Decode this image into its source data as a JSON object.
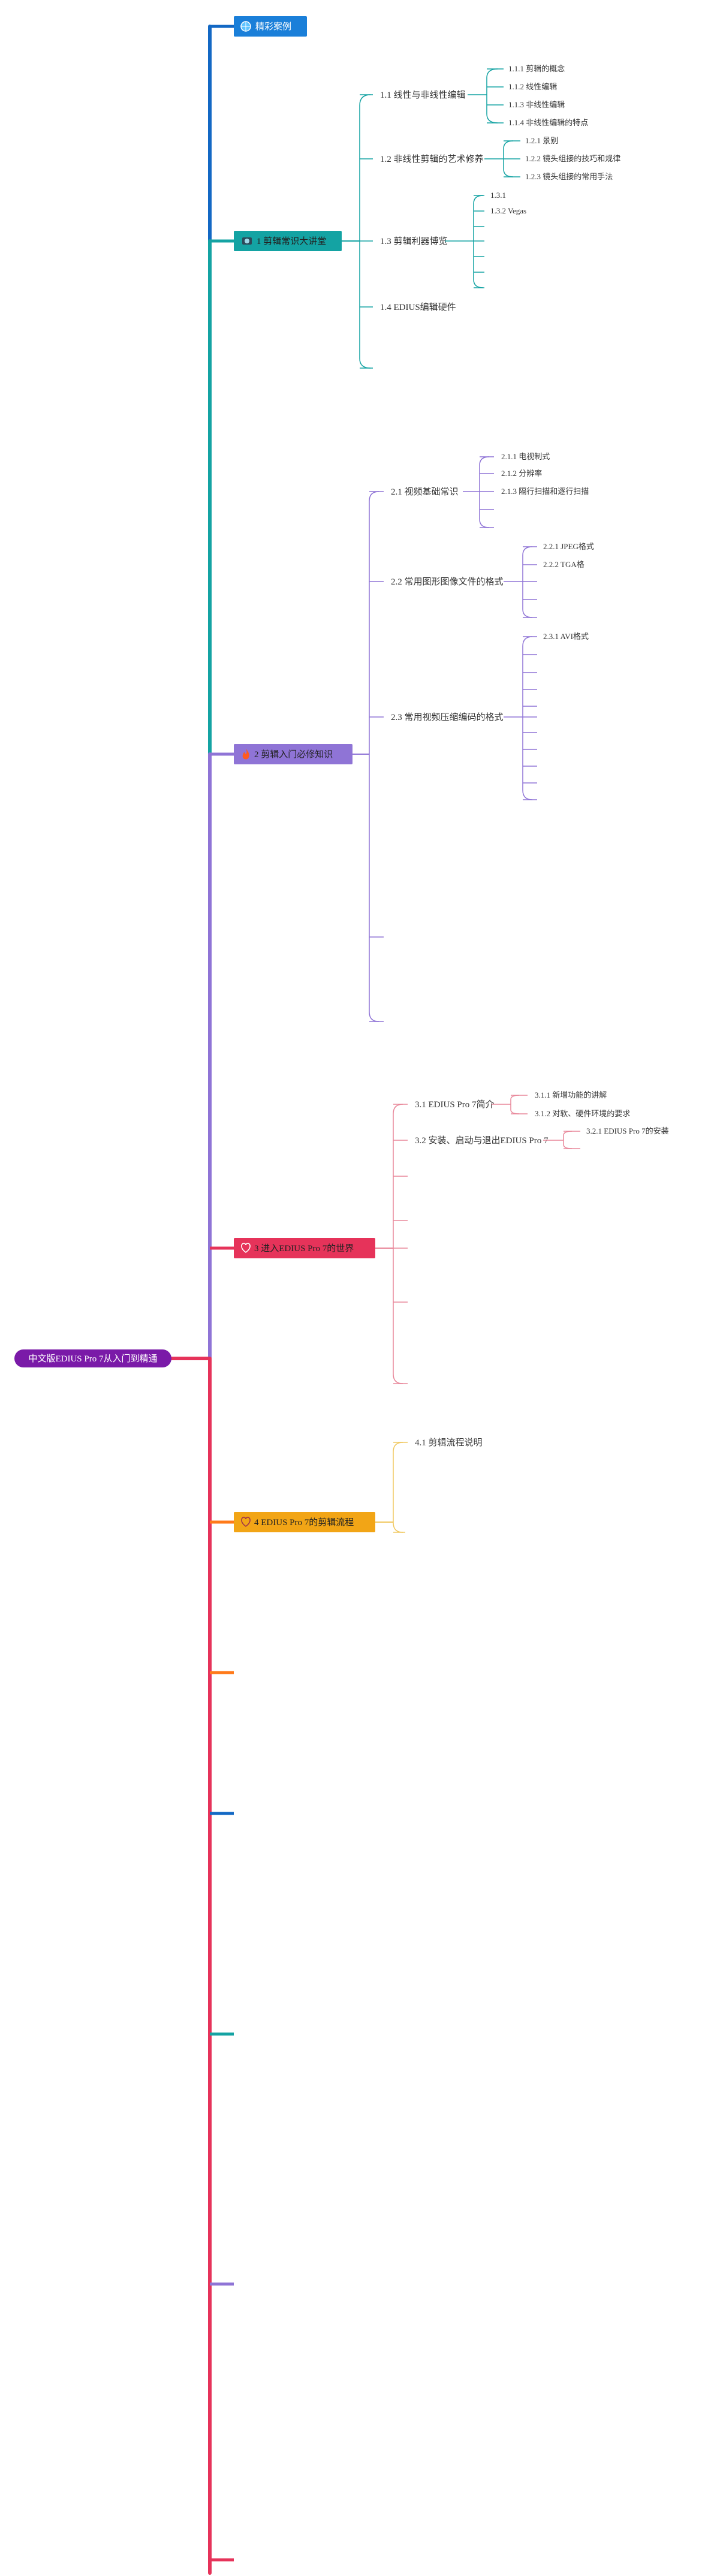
{
  "root": {
    "label": "中文版EDIUS Pro 7从入门到精通",
    "color": "#7a1aa8"
  },
  "colors": {
    "trunk_blue": "#1368c4",
    "teal": "#14a3a3",
    "purple": "#8f74d6",
    "crimson": "#e6335a",
    "orange": "#ff7a1a",
    "amber": "#f2a516",
    "pink": "#e8879a",
    "gold": "#f0c860"
  },
  "branches": {
    "b0": {
      "label": "精彩案例",
      "icon": "globe-icon",
      "color": "#1a7fd9"
    },
    "b1": {
      "label": "1 剪辑常识大讲堂",
      "icon": "camera-icon",
      "color": "#14a3a3"
    },
    "b2": {
      "label": "2 剪辑入门必修知识",
      "icon": "fire-icon",
      "color": "#8f74d6"
    },
    "b3": {
      "label": "3 进入EDIUS Pro 7的世界",
      "icon": "heart-icon",
      "color": "#e6335a"
    },
    "b4": {
      "label": "4 EDIUS Pro 7的剪辑流程",
      "icon": "heart-icon",
      "color": "#f2a516"
    }
  },
  "c1": {
    "n1": "1.1 线性与非线性编辑",
    "n1_1": "1.1.1 剪辑的概念",
    "n1_2": "1.1.2 线性编辑",
    "n1_3": "1.1.3 非线性编辑",
    "n1_4": "1.1.4 非线性编辑的特点",
    "n2": "1.2 非线性剪辑的艺术修养",
    "n2_1": "1.2.1 景别",
    "n2_2": "1.2.2 镜头组接的技巧和规律",
    "n2_3": "1.2.3 镜头组接的常用手法",
    "n3": "1.3 剪辑利器博览",
    "n3_1": "1.3.1",
    "n3_2": "1.3.2 Vegas",
    "n4": "1.4 EDIUS编辑硬件"
  },
  "c2": {
    "n1": "2.1 视频基础常识",
    "n1_1": "2.1.1 电视制式",
    "n1_2": "2.1.2 分辨率",
    "n1_3": "2.1.3 隔行扫描和逐行扫描",
    "n2": "2.2 常用图形图像文件的格式",
    "n2_1": "2.2.1 JPEG格式",
    "n2_2": "2.2.2 TGA格",
    "n3": "2.3 常用视频压缩编码的格式",
    "n3_1": "2.3.1 AVI格式"
  },
  "c3": {
    "n1": "3.1 EDIUS Pro 7简介",
    "n1_1": "3.1.1 新增功能的讲解",
    "n1_2": "3.1.2 对软、硬件环境的要求",
    "n2": "3.2 安装、启动与退出EDIUS Pro 7",
    "n2_1": "3.2.1 EDIUS Pro 7的安装"
  },
  "c4": {
    "n1": "4.1 剪辑流程说明"
  }
}
